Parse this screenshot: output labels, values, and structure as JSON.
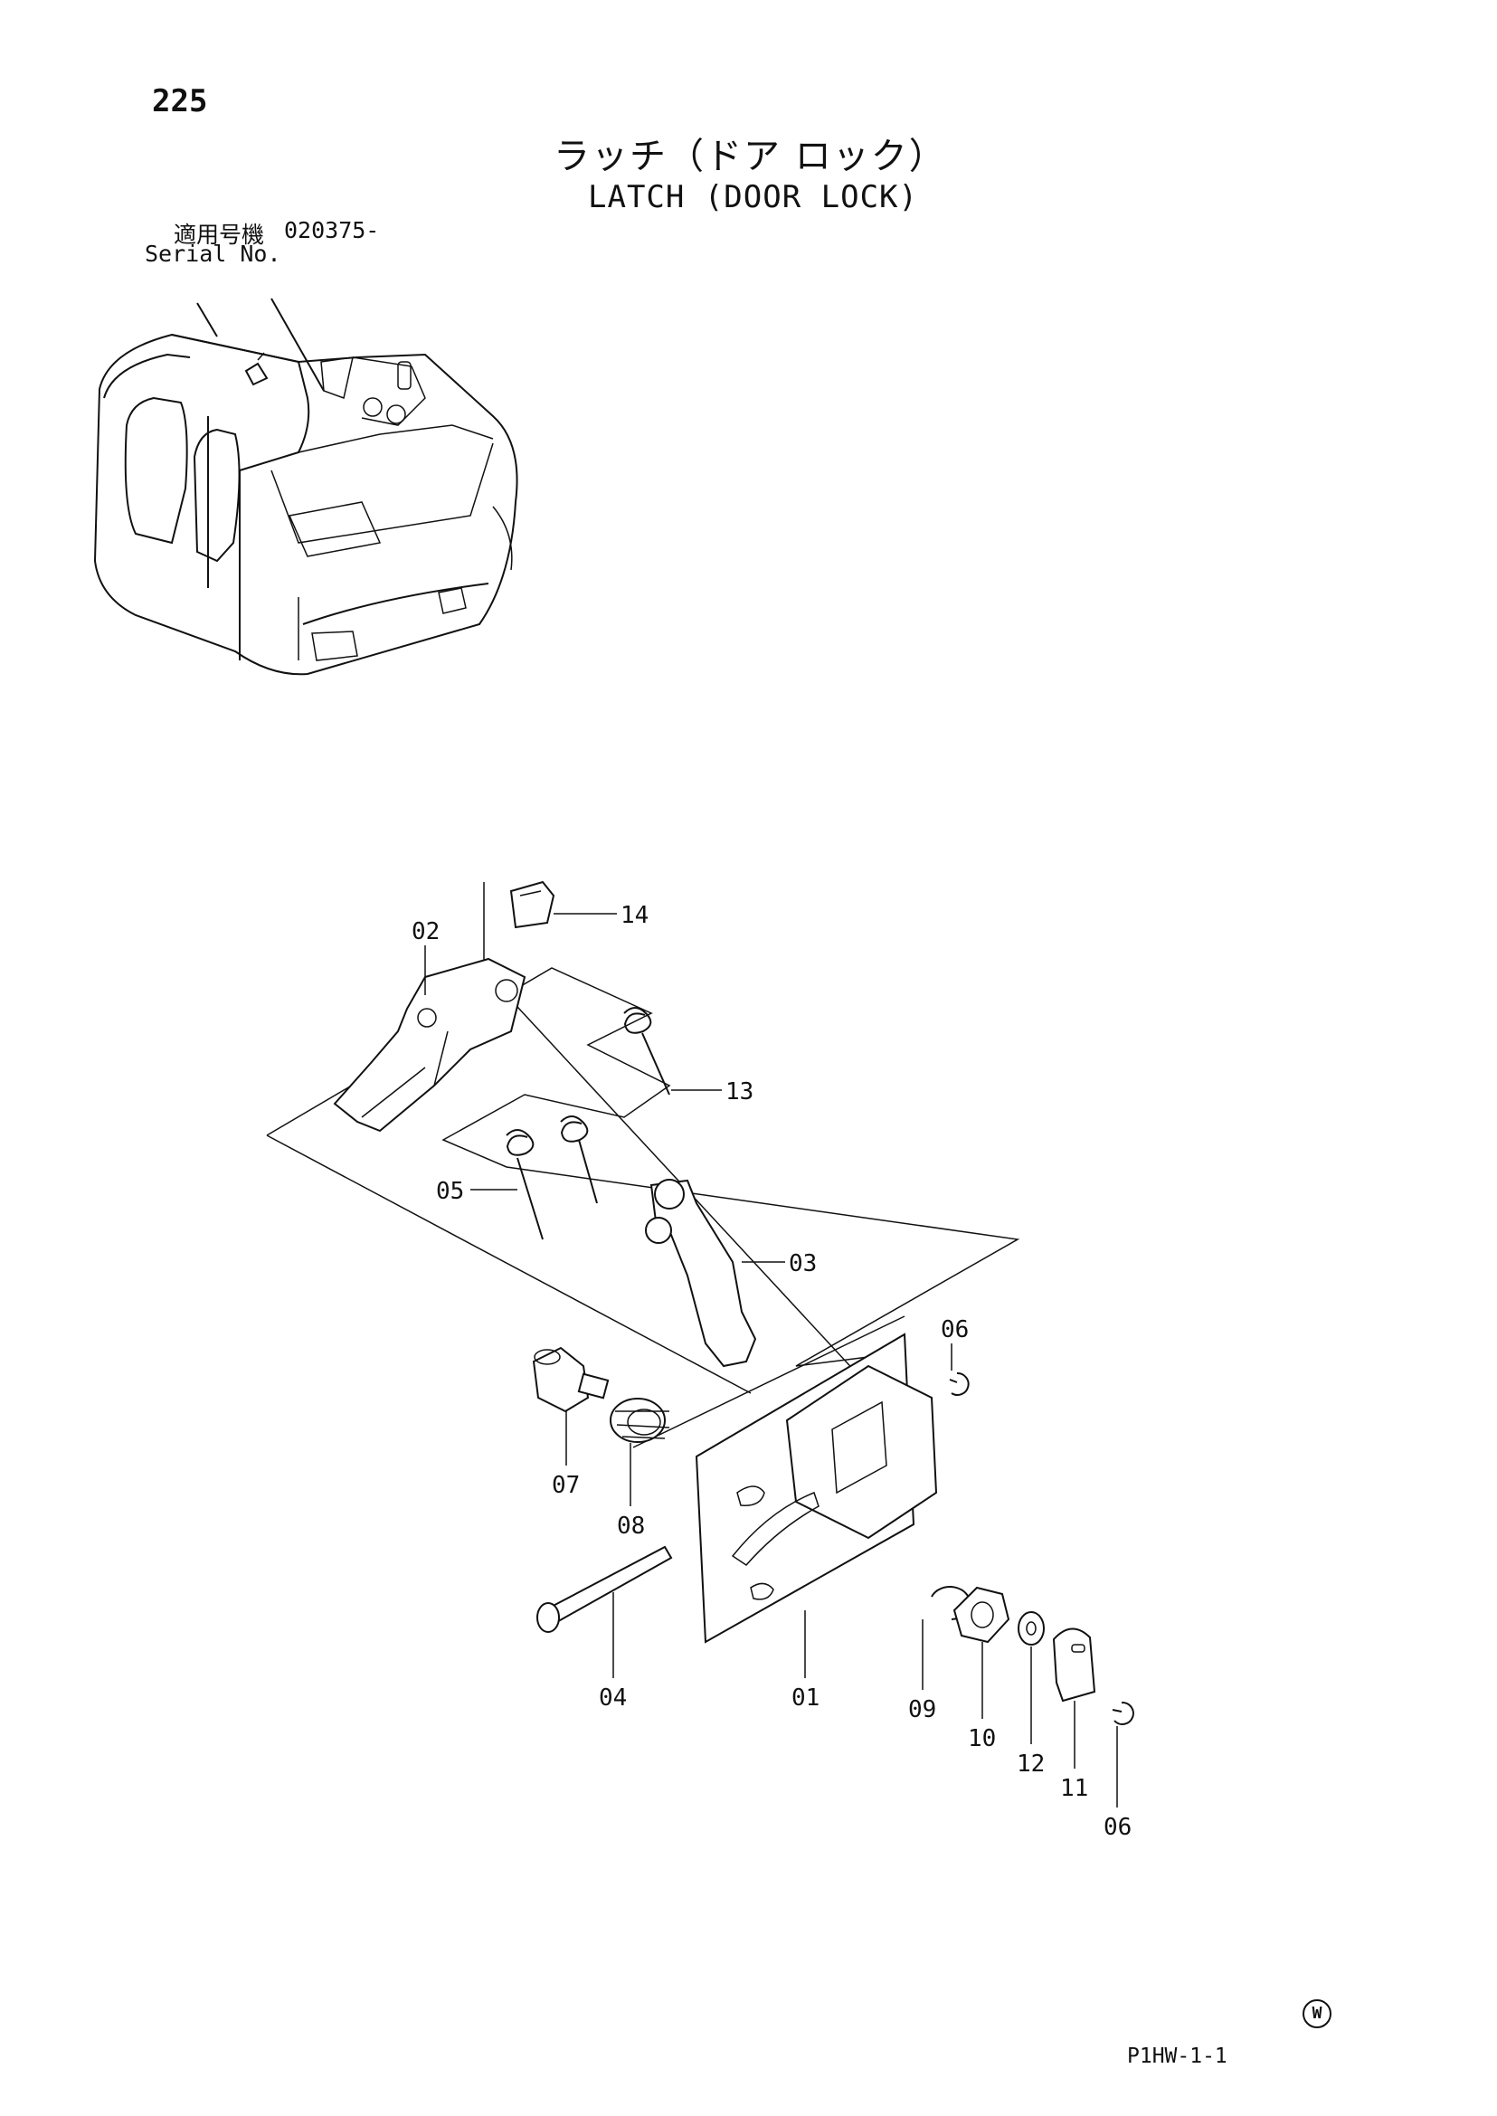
{
  "header": {
    "page_number": "225",
    "title_jp": "ラッチ（ドア ロック）",
    "title_en": "LATCH (DOOR LOCK)",
    "serial_label_jp": "適用号機",
    "serial_value": "020375-",
    "serial_label_en": "Serial No."
  },
  "callouts": {
    "p01": "01",
    "p02": "02",
    "p03": "03",
    "p04": "04",
    "p05": "05",
    "p06a": "06",
    "p06b": "06",
    "p07": "07",
    "p08": "08",
    "p09": "09",
    "p10": "10",
    "p11": "11",
    "p12": "12",
    "p13": "13",
    "p14": "14"
  },
  "footer": {
    "doc_code": "P1HW-1-1",
    "w_mark": "W"
  }
}
